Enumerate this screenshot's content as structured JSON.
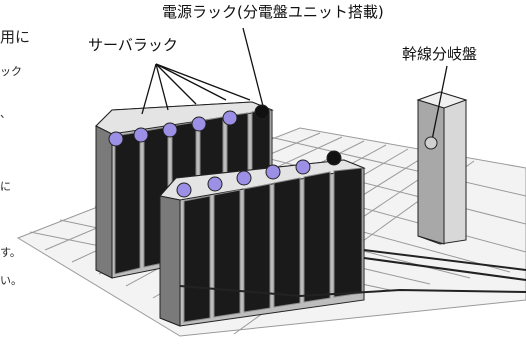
{
  "labels": {
    "power_rack": "電源ラック(分電盤ユニット搭載)",
    "server_rack": "サーバラック",
    "trunk_panel": "幹線分岐盤"
  },
  "cropped_text": {
    "line0": "用に",
    "line1": "ック",
    "line2": "、",
    "line3": "に",
    "line4": "す。",
    "line5": "い。"
  },
  "colors": {
    "server_marker": "#9b8fe6",
    "power_marker": "#111111",
    "trunk_marker": "#d0d0d0",
    "rack_front": "#5a5a5a",
    "rack_door": "#1a1a1a",
    "floor_line": "#9a9a9a"
  }
}
